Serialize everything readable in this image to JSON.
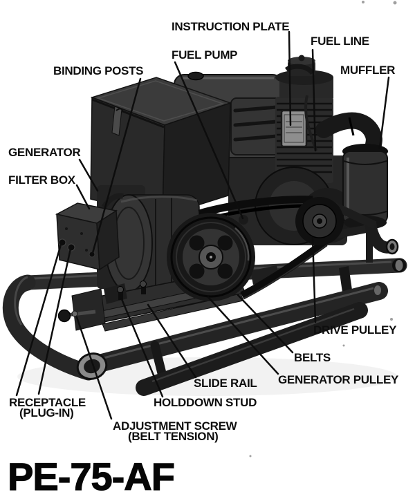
{
  "figure": {
    "type": "labeled-equipment-diagram",
    "title": "PE-75-AF",
    "callouts": {
      "instruction_plate": "INSTRUCTION PLATE",
      "fuel_pump": "FUEL PUMP",
      "fuel_line": "FUEL LINE",
      "muffler": "MUFFLER",
      "binding_posts": "BINDING POSTS",
      "generator": "GENERATOR",
      "filter_box": "FILTER BOX",
      "receptacle_line1": "RECEPTACLE",
      "receptacle_line2": "(PLUG-IN)",
      "drive_pulley": "DRIVE PULLEY",
      "belts": "BELTS",
      "generator_pulley": "GENERATOR PULLEY",
      "slide_rail": "SLIDE RAIL",
      "holddown_stud": "HOLDDOWN STUD",
      "adjustment_screw_line1": "ADJUSTMENT SCREW",
      "adjustment_screw_line2": "(BELT TENSION)"
    },
    "colors": {
      "background": "#ffffff",
      "ink": "#0e0e0e",
      "machine_dark": "#1d1d1d"
    }
  }
}
